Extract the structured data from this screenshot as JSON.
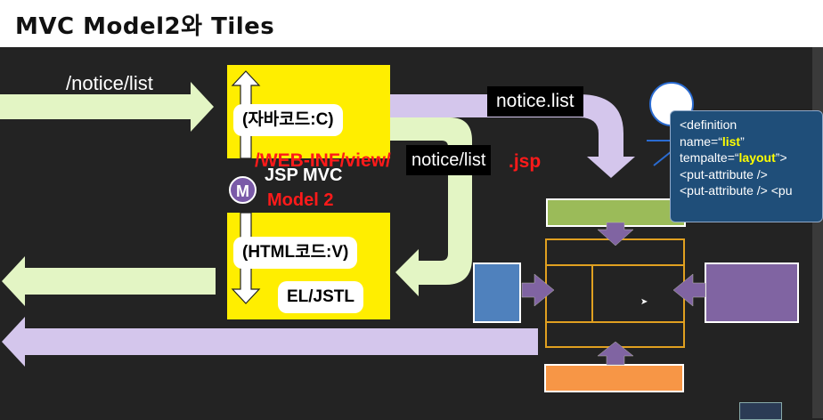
{
  "title": "MVC Model2와 Tiles",
  "url_path": "/notice/list",
  "controller_label": "(자바코드:C)",
  "view_label": "(HTML코드:V)",
  "el_label": "EL/JSTL",
  "notice_list_label": "notice.list",
  "view_path_prefix": "/WEB-INF/view/",
  "view_path_middle": "notice/list",
  "view_path_suffix": ".jsp",
  "jsp_mvc": "JSP MVC",
  "model2": "Model 2",
  "m_badge": "M",
  "definition": {
    "line1": "<definition",
    "name_prefix": "name=“",
    "name_value": "list",
    "name_suffix": "”",
    "template_prefix": "tempalte=“",
    "template_value": "layout",
    "template_suffix": "”>",
    "put1": "<put-attribute  />",
    "put2": "<put-attribute  />  <pu"
  },
  "colors": {
    "yellow": "#ffee00",
    "green_arrow": "#e3f5c4",
    "purple_arrow": "#d4c6ec",
    "layout_border": "#e0a020",
    "header_bar": "#9bbb59",
    "footer_bar": "#f79646",
    "left_box": "#4f81bd",
    "right_box": "#8064a2",
    "purple_small_arrow": "#8064a2"
  }
}
